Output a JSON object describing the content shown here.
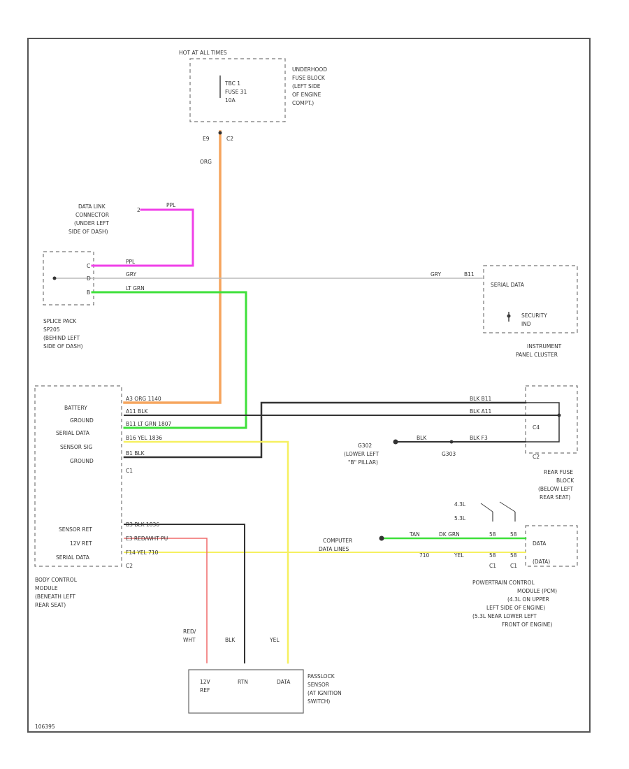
{
  "colors": {
    "orange": "#f6a55e",
    "pink": "#f040e8",
    "green": "#3ee03a",
    "yellow": "#f6f060",
    "gray": "#bbbbbb",
    "dark": "#333333",
    "red": "#f06a6a"
  },
  "diagram": {
    "fuse_block": {
      "hot": "HOT AT ALL TIMES",
      "fuse_l1": "TBC 1",
      "fuse_l2": "FUSE 31",
      "fuse_l3": "10A",
      "pin_a": "E9",
      "pin_b": "C2",
      "desc_l1": "UNDERHOOD",
      "desc_l2": "FUSE BLOCK",
      "desc_l3": "(LEFT SIDE",
      "desc_l4": "OF ENGINE",
      "desc_l5": "COMPT.)"
    },
    "wire_org": "ORG",
    "dlc": {
      "l1": "DATA LINK",
      "l2": "CONNECTOR",
      "l3": "(UNDER LEFT",
      "l4": "SIDE OF DASH)",
      "pin": "2",
      "color": "PPL"
    },
    "splice": {
      "p1": "C",
      "p2": "D",
      "p3": "B",
      "c1": "PPL",
      "c2": "GRY",
      "c3": "LT GRN",
      "l1": "SPLICE PACK",
      "l2": "SP205",
      "l3": "(BEHIND LEFT",
      "l4": "SIDE OF DASH)"
    },
    "ipc": {
      "wire": "GRY",
      "pin": "B11",
      "serial": "SERIAL DATA",
      "sec1": "SECURITY",
      "sec2": "IND",
      "l1": "INSTRUMENT",
      "l2": "PANEL CLUSTER"
    },
    "bcm": {
      "battery": "BATTERY",
      "ground1": "GROUND",
      "serial": "SERIAL DATA",
      "sensor_sig": "SENSOR SIG",
      "ground2": "GROUND",
      "c1": "C1",
      "w1": "A3  ORG  1140",
      "w2": "A11  BLK",
      "w3": "B11  LT GRN  1807",
      "w4": "B16  YEL  1836",
      "w5": "B1  BLK",
      "sensor_ret": "SENSOR RET",
      "v12_ret": "12V RET",
      "serial2": "SERIAL DATA",
      "c2": "C2",
      "w6": "B3  BLK  1836",
      "w7": "E3  RED/WHT  PU",
      "w8": "F14  YEL  710",
      "l1": "BODY CONTROL",
      "l2": "MODULE",
      "l3": "(BENEATH LEFT",
      "l4": "REAR SEAT)"
    },
    "rear_fuse": {
      "w1": "BLK  B11",
      "w2": "BLK  A11",
      "c4": "C4",
      "g_l1": "G302",
      "g_l2": "(LOWER LEFT",
      "g_l3": "\"B\" PILLAR)",
      "blk": "BLK",
      "g303": "G303",
      "w3": "BLK  F3",
      "c2": "C2",
      "l1": "REAR FUSE",
      "l2": "BLOCK",
      "l3": "(BELOW LEFT",
      "l4": "REAR SEAT)"
    },
    "pcm": {
      "opt1": "4.3L",
      "opt2": "5.3L",
      "data1": "DATA",
      "data2": "(DATA)",
      "w_tan": "TAN",
      "w_grn": "DK GRN",
      "p1": "58",
      "p2": "58",
      "l710": "710",
      "yel": "YEL",
      "p3": "58",
      "p4": "58",
      "c1a": "C1",
      "c1b": "C1",
      "comp1": "COMPUTER",
      "comp2": "DATA LINES",
      "l1": "POWERTRAIN CONTROL",
      "l2": "MODULE (PCM)",
      "l3": "(4.3L ON UPPER",
      "l4": "LEFT SIDE OF ENGINE)",
      "l5": "(5.3L NEAR LOWER LEFT",
      "l6": "FRONT OF ENGINE)"
    },
    "passlock": {
      "w_red1": "RED/",
      "w_red2": "WHT",
      "w_blk": "BLK",
      "w_yel": "YEL",
      "t1a": "12V",
      "t1b": "REF",
      "t2": "RTN",
      "t3": "DATA",
      "l1": "PASSLOCK",
      "l2": "SENSOR",
      "l3": "(AT IGNITION",
      "l4": "SWITCH)"
    },
    "code": "106395"
  }
}
